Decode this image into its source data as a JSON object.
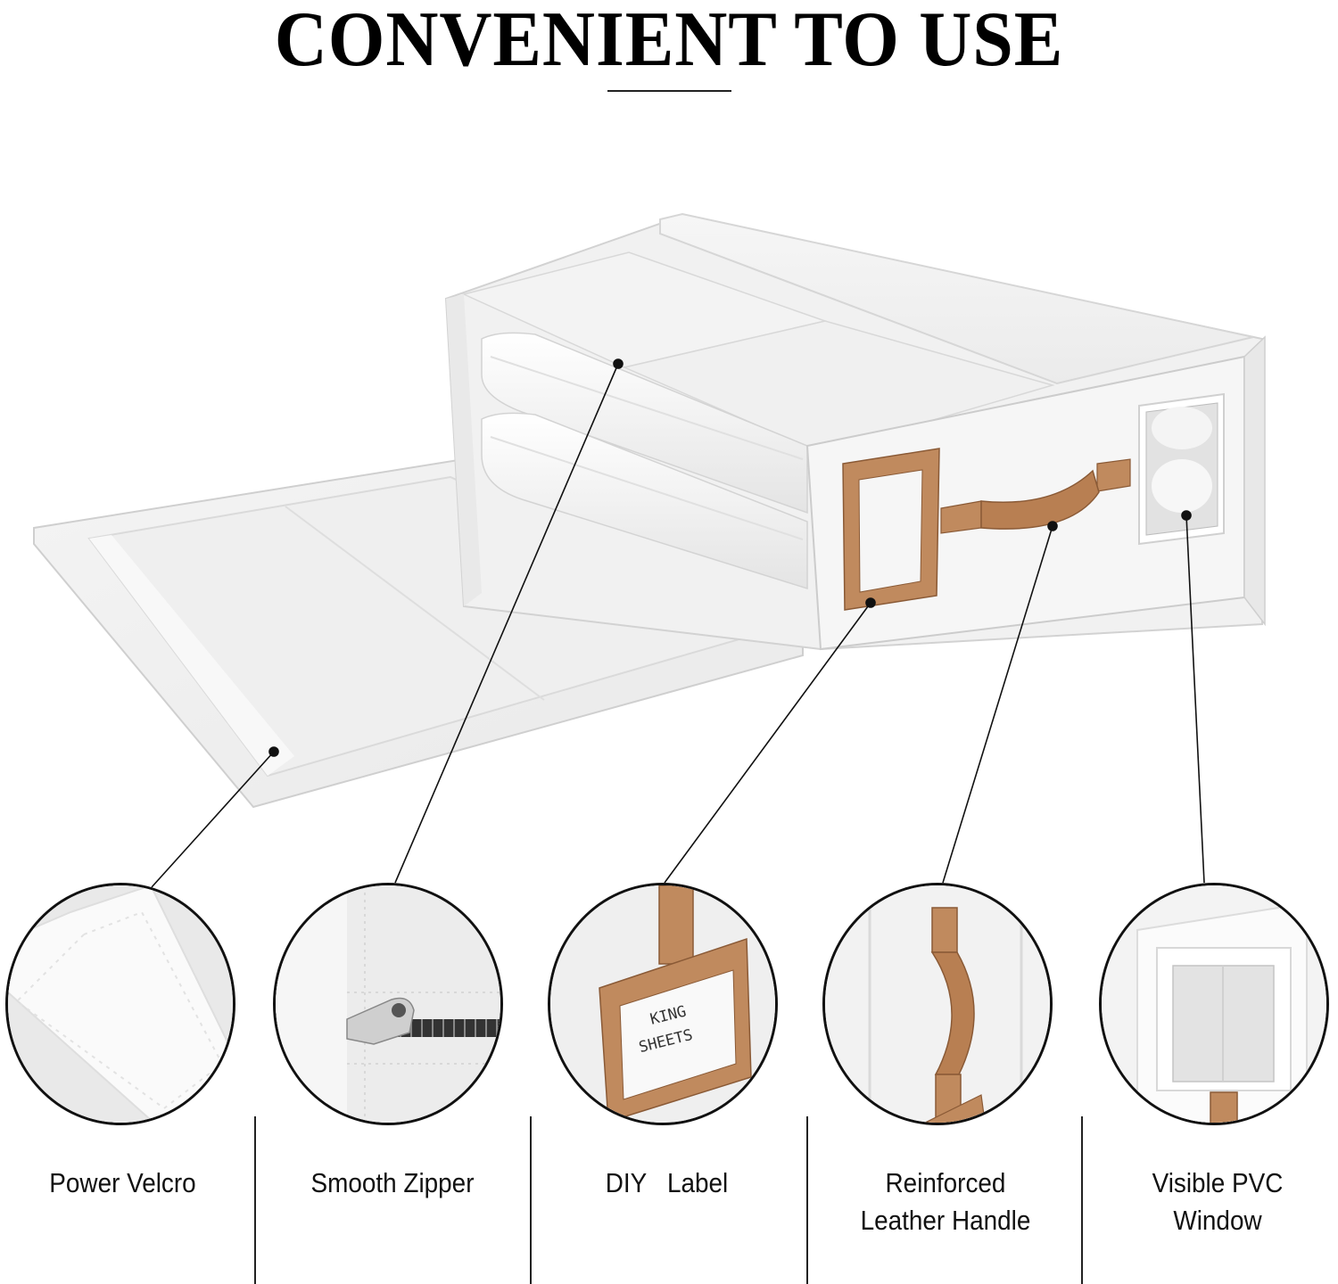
{
  "header": {
    "title": "CONVENIENT TO USE"
  },
  "colors": {
    "background": "#ffffff",
    "fabric": "#f2f2f2",
    "fabric_shadow": "#dcdcdc",
    "leather": "#c08a5e",
    "leather_dark": "#8a5a36",
    "outline": "#111111"
  },
  "product": {
    "name": "storage-bag",
    "description": "White fabric bedding storage bag with opened front flap, folded sheets inside, leather label frame, leather handle and clear window"
  },
  "features": [
    {
      "id": "velcro",
      "label": "Power Velcro",
      "icon": "velcro-closeup"
    },
    {
      "id": "zipper",
      "label": "Smooth Zipper",
      "icon": "zipper-closeup"
    },
    {
      "id": "label",
      "label": "DIY   Label",
      "icon": "label-closeup",
      "label_card_text": [
        "KING",
        "SHEETS"
      ]
    },
    {
      "id": "handle",
      "label": "Reinforced\nLeather Handle",
      "icon": "handle-closeup"
    },
    {
      "id": "window",
      "label": "Visible PVC\nWindow",
      "icon": "window-closeup"
    }
  ]
}
